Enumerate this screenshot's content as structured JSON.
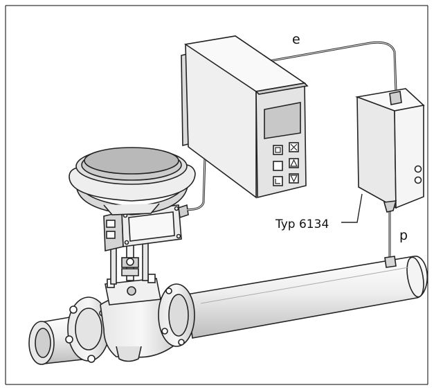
{
  "labels": {
    "signal_e": "e",
    "signal_p": "p",
    "device_type": "Typ 6134"
  },
  "colors": {
    "line": "#222222",
    "body_light": "#f2f2f2",
    "body_mid": "#d9d9d9",
    "body_dark": "#bdbdbd",
    "screen": "#c8c8c8",
    "frame": "#000000"
  },
  "icons": [
    "controller-display-icon",
    "square-button-icon",
    "manual-hand-icon",
    "up-arrow-icon",
    "down-arrow-icon",
    "enter-icon"
  ]
}
